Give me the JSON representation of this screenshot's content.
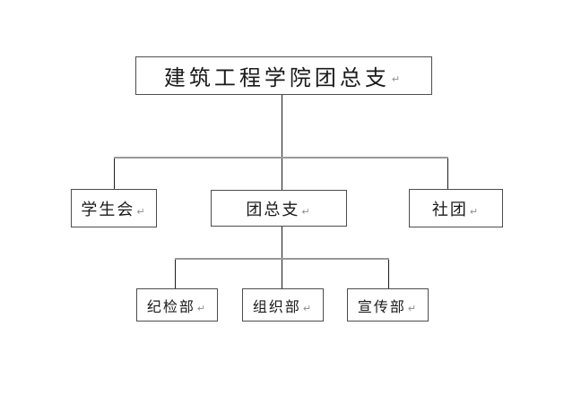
{
  "diagram": {
    "type": "org-chart",
    "root": {
      "label": "建筑工程学院团总支"
    },
    "level2": [
      {
        "label": "学生会"
      },
      {
        "label": "团总支"
      },
      {
        "label": "社团"
      }
    ],
    "level3": [
      {
        "label": "纪检部"
      },
      {
        "label": "组织部"
      },
      {
        "label": "宣传部"
      }
    ],
    "paragraph_mark": "↵",
    "colors": {
      "background": "#ffffff",
      "text": "#1a1a1a",
      "box_border": "#4d4d4d",
      "vertical_line": "#1c1c1c",
      "horizontal_line": "#989898",
      "paragraph_mark": "#8e8e8e"
    }
  }
}
